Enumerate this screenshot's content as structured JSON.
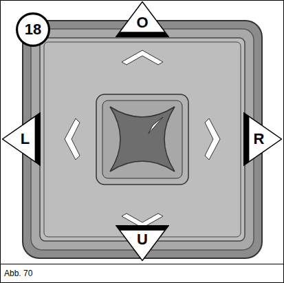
{
  "diagram": {
    "caption": "Abb. 70",
    "nodes": [
      {
        "text": [
          "18"
        ]
      },
      {
        "text": [
          "O"
        ]
      },
      {
        "text": [
          "L"
        ]
      },
      {
        "text": [
          "R"
        ]
      },
      {
        "text": [
          "U"
        ]
      }
    ]
  }
}
